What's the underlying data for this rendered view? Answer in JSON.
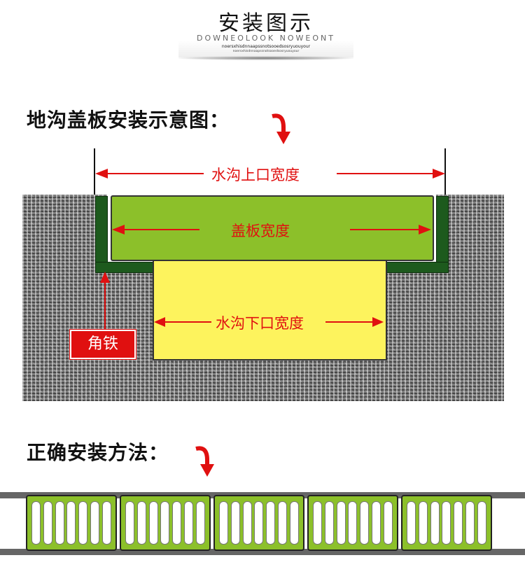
{
  "header": {
    "title": "安装图示",
    "subtitle": "DOWNEOLOOK NOWEONT",
    "tagline1": "noersxhisdnnaapssnotsooedsosryuouyour",
    "tagline2": "noersxhisdnnaapssnotsooedsosryuouyour"
  },
  "section1": {
    "title": "地沟盖板安装示意图：",
    "labels": {
      "trench_top_width": "水沟上口宽度",
      "cover_width": "盖板宽度",
      "trench_bottom_width": "水沟下口宽度",
      "angle_iron": "角铁"
    }
  },
  "section2": {
    "title": "正确安装方法：",
    "grate_count": 5,
    "slots_per_grate": 7
  },
  "colors": {
    "cover": "#8cc02a",
    "angle_iron": "#1d5a1d",
    "trench": "#fdf35d",
    "annotation": "#e01010"
  }
}
